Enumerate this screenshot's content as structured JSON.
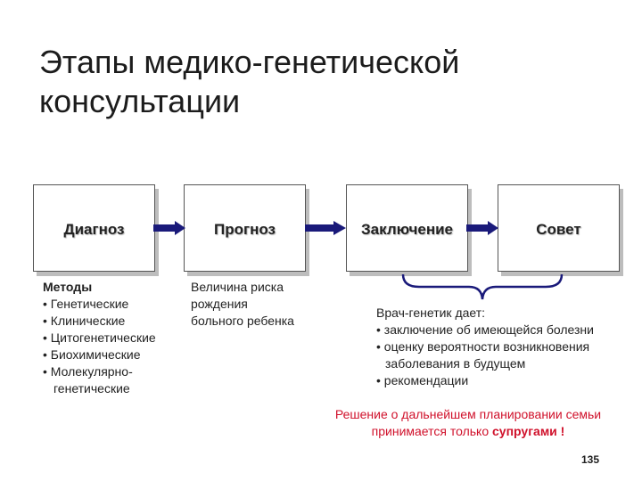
{
  "title": {
    "line1": "Этапы медико-генетической",
    "line2": "консультации"
  },
  "stages": [
    {
      "label": "Диагноз"
    },
    {
      "label": "Прогноз"
    },
    {
      "label": "Заключение"
    },
    {
      "label": "Совет"
    }
  ],
  "methods": {
    "heading": "Методы",
    "items": [
      "Генетические",
      "Клинические",
      "Цитогенетические",
      "Биохимические"
    ],
    "last_item_line1": "Молекулярно-",
    "last_item_line2": "генетические"
  },
  "prognosis": {
    "lines": [
      "Величина риска",
      "рождения",
      "больного ребенка"
    ]
  },
  "conclusion": {
    "intro": "Врач-генетик дает:",
    "item1": "заключение об имеющейся болезни",
    "item2_line1": "оценку вероятности возникновения",
    "item2_line2": "заболевания в будущем",
    "item3": "рекомендации"
  },
  "note": {
    "line1": "Решение о дальнейшем планировании семьи",
    "line2_prefix": "принимается только ",
    "line2_emphasis": "супругами !"
  },
  "page_number": "135",
  "colors": {
    "arrow": "#1a1a7a",
    "bracket": "#1a1a7a",
    "note_text": "#d0112b"
  }
}
